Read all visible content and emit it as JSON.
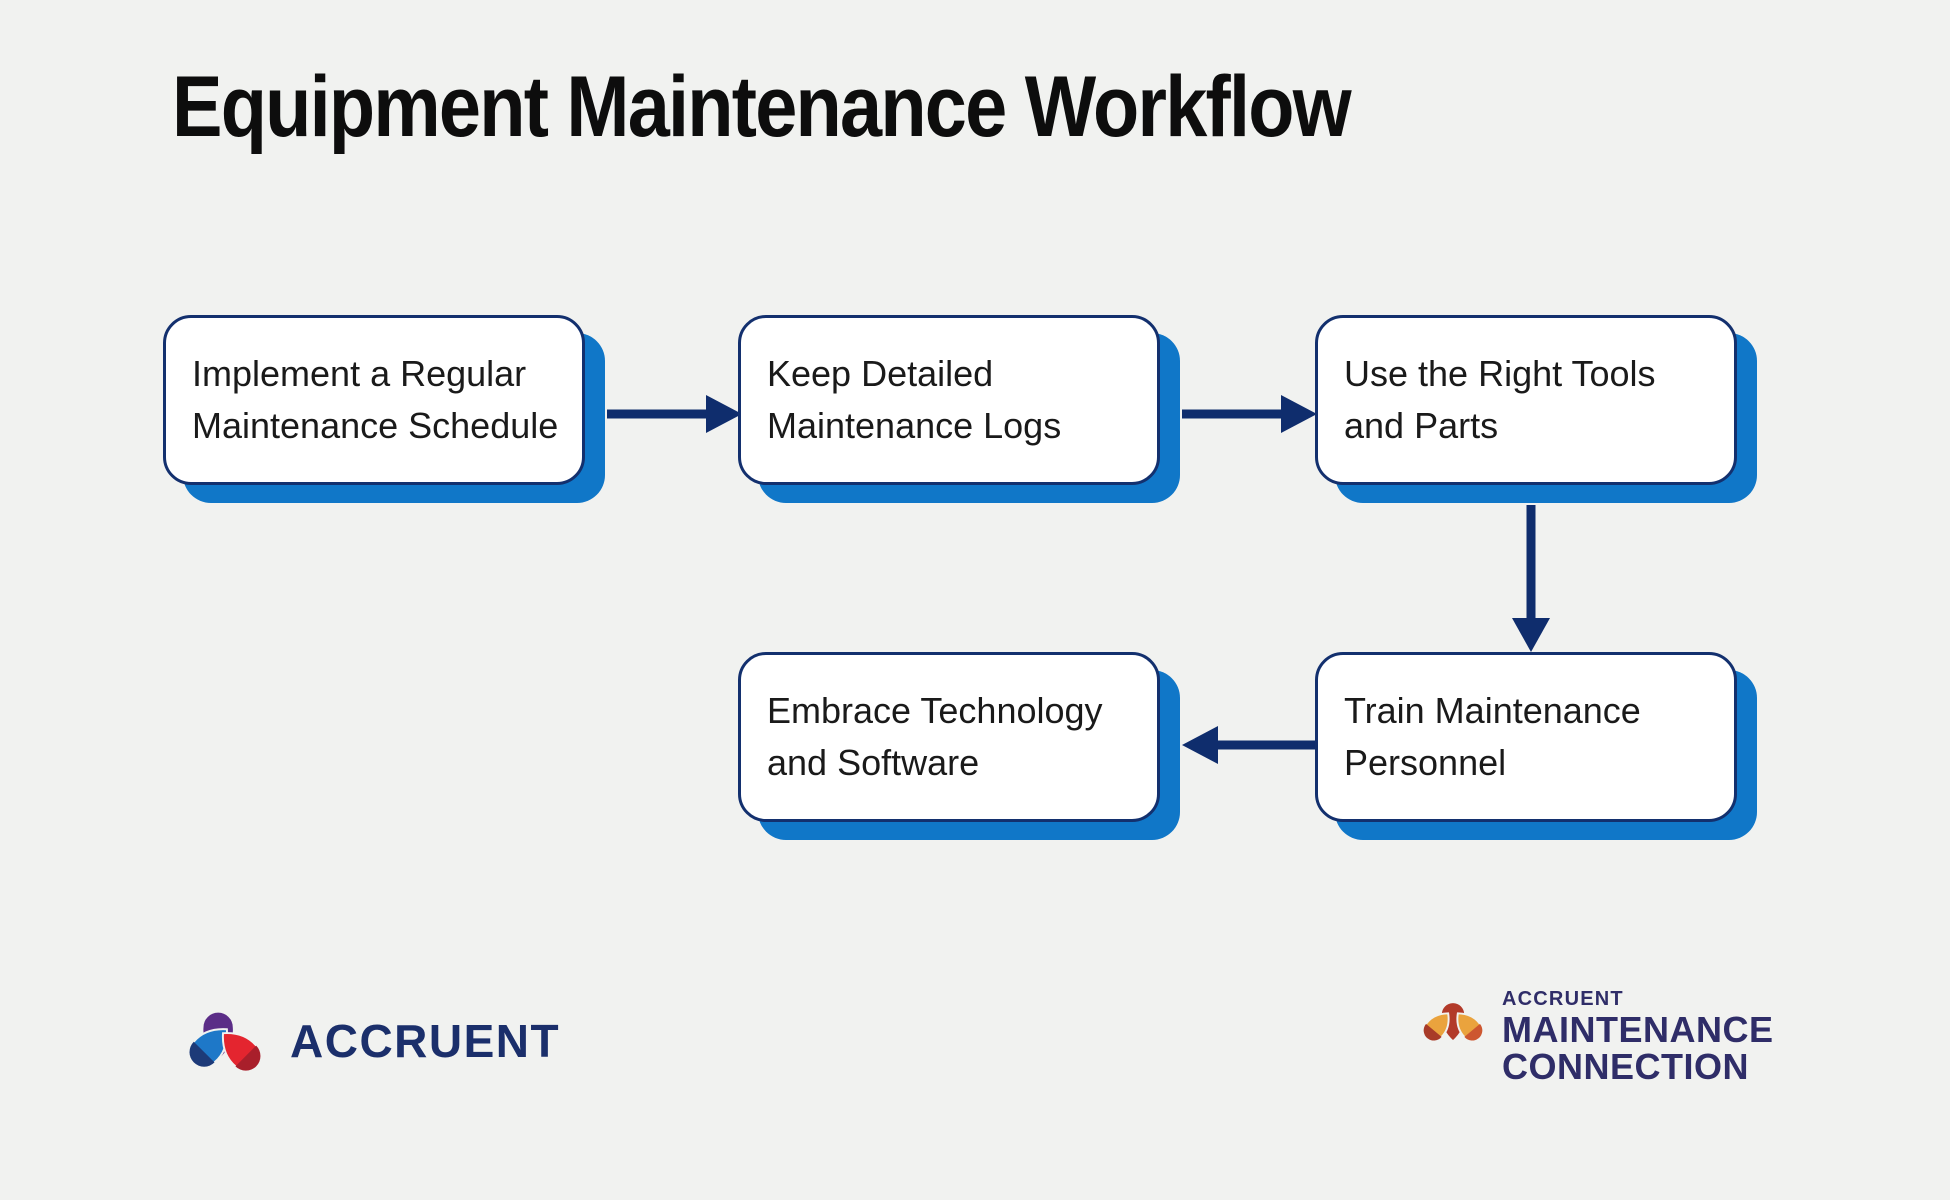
{
  "title": "Equipment Maintenance Workflow",
  "steps": [
    {
      "id": 1,
      "line1": "Implement a Regular",
      "line2": "Maintenance Schedule"
    },
    {
      "id": 2,
      "line1": "Keep Detailed",
      "line2": "Maintenance Logs"
    },
    {
      "id": 3,
      "line1": "Use the Right Tools",
      "line2": "and Parts"
    },
    {
      "id": 4,
      "line1": "Train Maintenance",
      "line2": "Personnel"
    },
    {
      "id": 5,
      "line1": "Embrace Technology",
      "line2": "and Software"
    }
  ],
  "connections": [
    {
      "from": 1,
      "to": 2,
      "direction": "right"
    },
    {
      "from": 2,
      "to": 3,
      "direction": "right"
    },
    {
      "from": 3,
      "to": 4,
      "direction": "down"
    },
    {
      "from": 4,
      "to": 5,
      "direction": "left"
    }
  ],
  "logos": {
    "accruent": {
      "wordmark": "ACCRUENT"
    },
    "maintenance_connection": {
      "line1": "ACCRUENT",
      "line2": "MAINTENANCE",
      "line3": "CONNECTION"
    }
  },
  "colors": {
    "background": "#f1f2f0",
    "title_text": "#0d0d0d",
    "step_text": "#1a1a1a",
    "box_fill": "#ffffff",
    "box_border": "#13306e",
    "box_shadow": "#1077c8",
    "arrow": "#0f2d6d",
    "accruent_navy": "#1b2f6b",
    "accruent_purple": "#5b2d87",
    "accruent_blue": "#1e78c8",
    "accruent_blue_dark": "#1d3a78",
    "accruent_red": "#e4252f",
    "accruent_red_dark": "#a91f2b",
    "mc_navy": "#2f2d68",
    "mc_red": "#b23a29",
    "mc_amber": "#eaa33d",
    "mc_rust": "#a83b28",
    "mc_orange": "#cd5730"
  }
}
